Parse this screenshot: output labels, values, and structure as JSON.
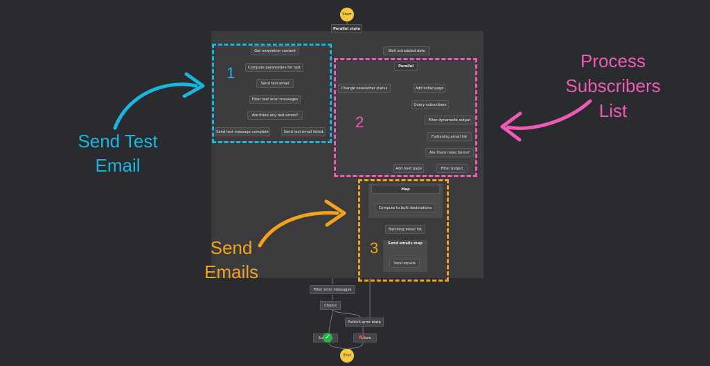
{
  "colors": {
    "section1": "#19b6e0",
    "section2": "#ee5bb6",
    "section3": "#f4a21d",
    "start_end": "#f5c842",
    "success": "#2bb34a",
    "fail": "#d9323a"
  },
  "flow": {
    "start": "Start",
    "parallel_state": "Parallel state",
    "end": "End"
  },
  "section1": {
    "number": "1",
    "label_lines": [
      "Send Test",
      "Email"
    ],
    "nodes": {
      "get_content": "Get newsletter content",
      "compute_params": "Compute parameters for test",
      "send_test": "Send test email",
      "filter_test_errors": "Filter test error messages",
      "any_errors": "Are there any test errors?",
      "complete": "Send test message complete",
      "failed": "Send test email failed"
    }
  },
  "section2": {
    "number": "2",
    "label_lines": [
      "Process",
      "Subscribers",
      "List"
    ],
    "nodes": {
      "wait_date": "Wait scheduled date",
      "parallel": "Parallel",
      "change_status": "Change newsletter status",
      "add_initial": "Add initial page",
      "query_subs": "Query subscribers",
      "filter_dynamo": "Filter dynamodb output",
      "flatten": "Flattening email list",
      "more_items": "Are there more items?",
      "add_next": "Add next page",
      "filter_output": "Filter output"
    }
  },
  "section3": {
    "number": "3",
    "label_lines": [
      "Send",
      "Emails"
    ],
    "nodes": {
      "map": "Map",
      "compute_bulk": "Compute to bulk destinations",
      "batching": "Batching email list",
      "send_map": "Send emails map",
      "send_emails": "Send emails"
    }
  },
  "tail": {
    "filter_errors": "Filter error messages",
    "choice": "Choice",
    "publish_error": "Publish error state",
    "success": "Success",
    "failure": "Failure"
  },
  "icons": {
    "success": "check-icon",
    "failure": "cross-icon"
  }
}
